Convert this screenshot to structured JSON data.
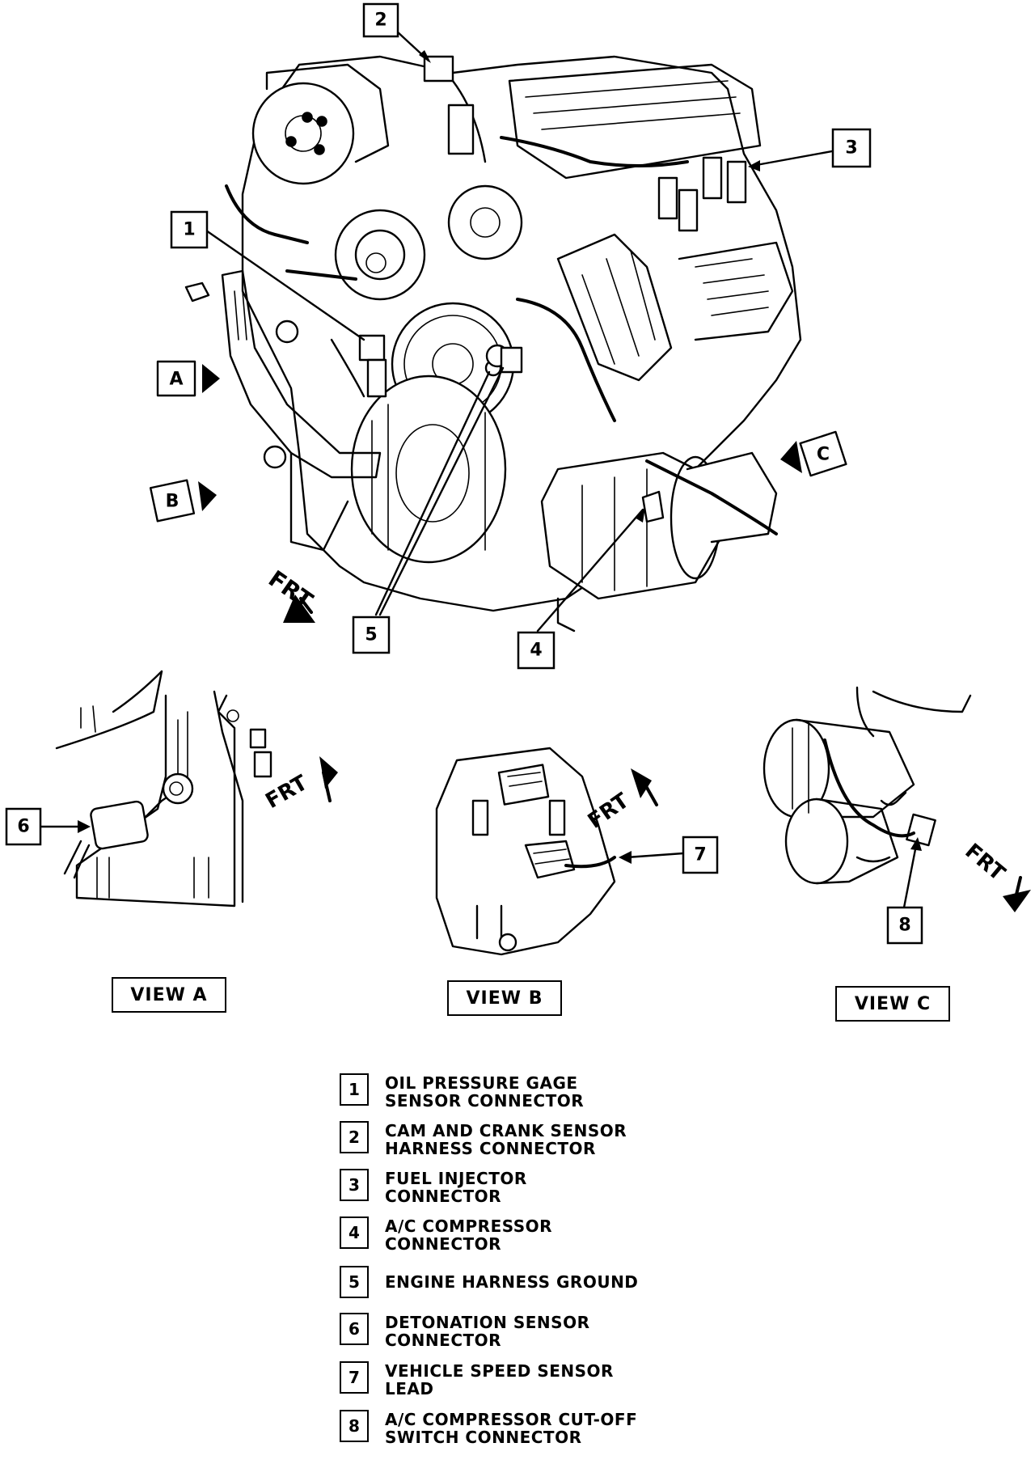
{
  "callouts": {
    "c1": "1",
    "c2": "2",
    "c3": "3",
    "c4": "4",
    "c5": "5",
    "c6": "6",
    "c7": "7",
    "c8": "8"
  },
  "view_markers": {
    "a": "A",
    "b": "B",
    "c": "C"
  },
  "front_marker": "FRT",
  "view_labels": {
    "a": "VIEW A",
    "b": "VIEW B",
    "c": "VIEW C"
  },
  "legend": [
    {
      "num": "1",
      "text": "OIL PRESSURE GAGE\nSENSOR CONNECTOR"
    },
    {
      "num": "2",
      "text": "CAM AND CRANK SENSOR\nHARNESS CONNECTOR"
    },
    {
      "num": "3",
      "text": "FUEL INJECTOR\nCONNECTOR"
    },
    {
      "num": "4",
      "text": "A/C COMPRESSOR\nCONNECTOR"
    },
    {
      "num": "5",
      "text": "ENGINE HARNESS GROUND"
    },
    {
      "num": "6",
      "text": "DETONATION SENSOR\nCONNECTOR"
    },
    {
      "num": "7",
      "text": "VEHICLE SPEED SENSOR\nLEAD"
    },
    {
      "num": "8",
      "text": "A/C COMPRESSOR CUT-OFF\nSWITCH CONNECTOR"
    }
  ]
}
